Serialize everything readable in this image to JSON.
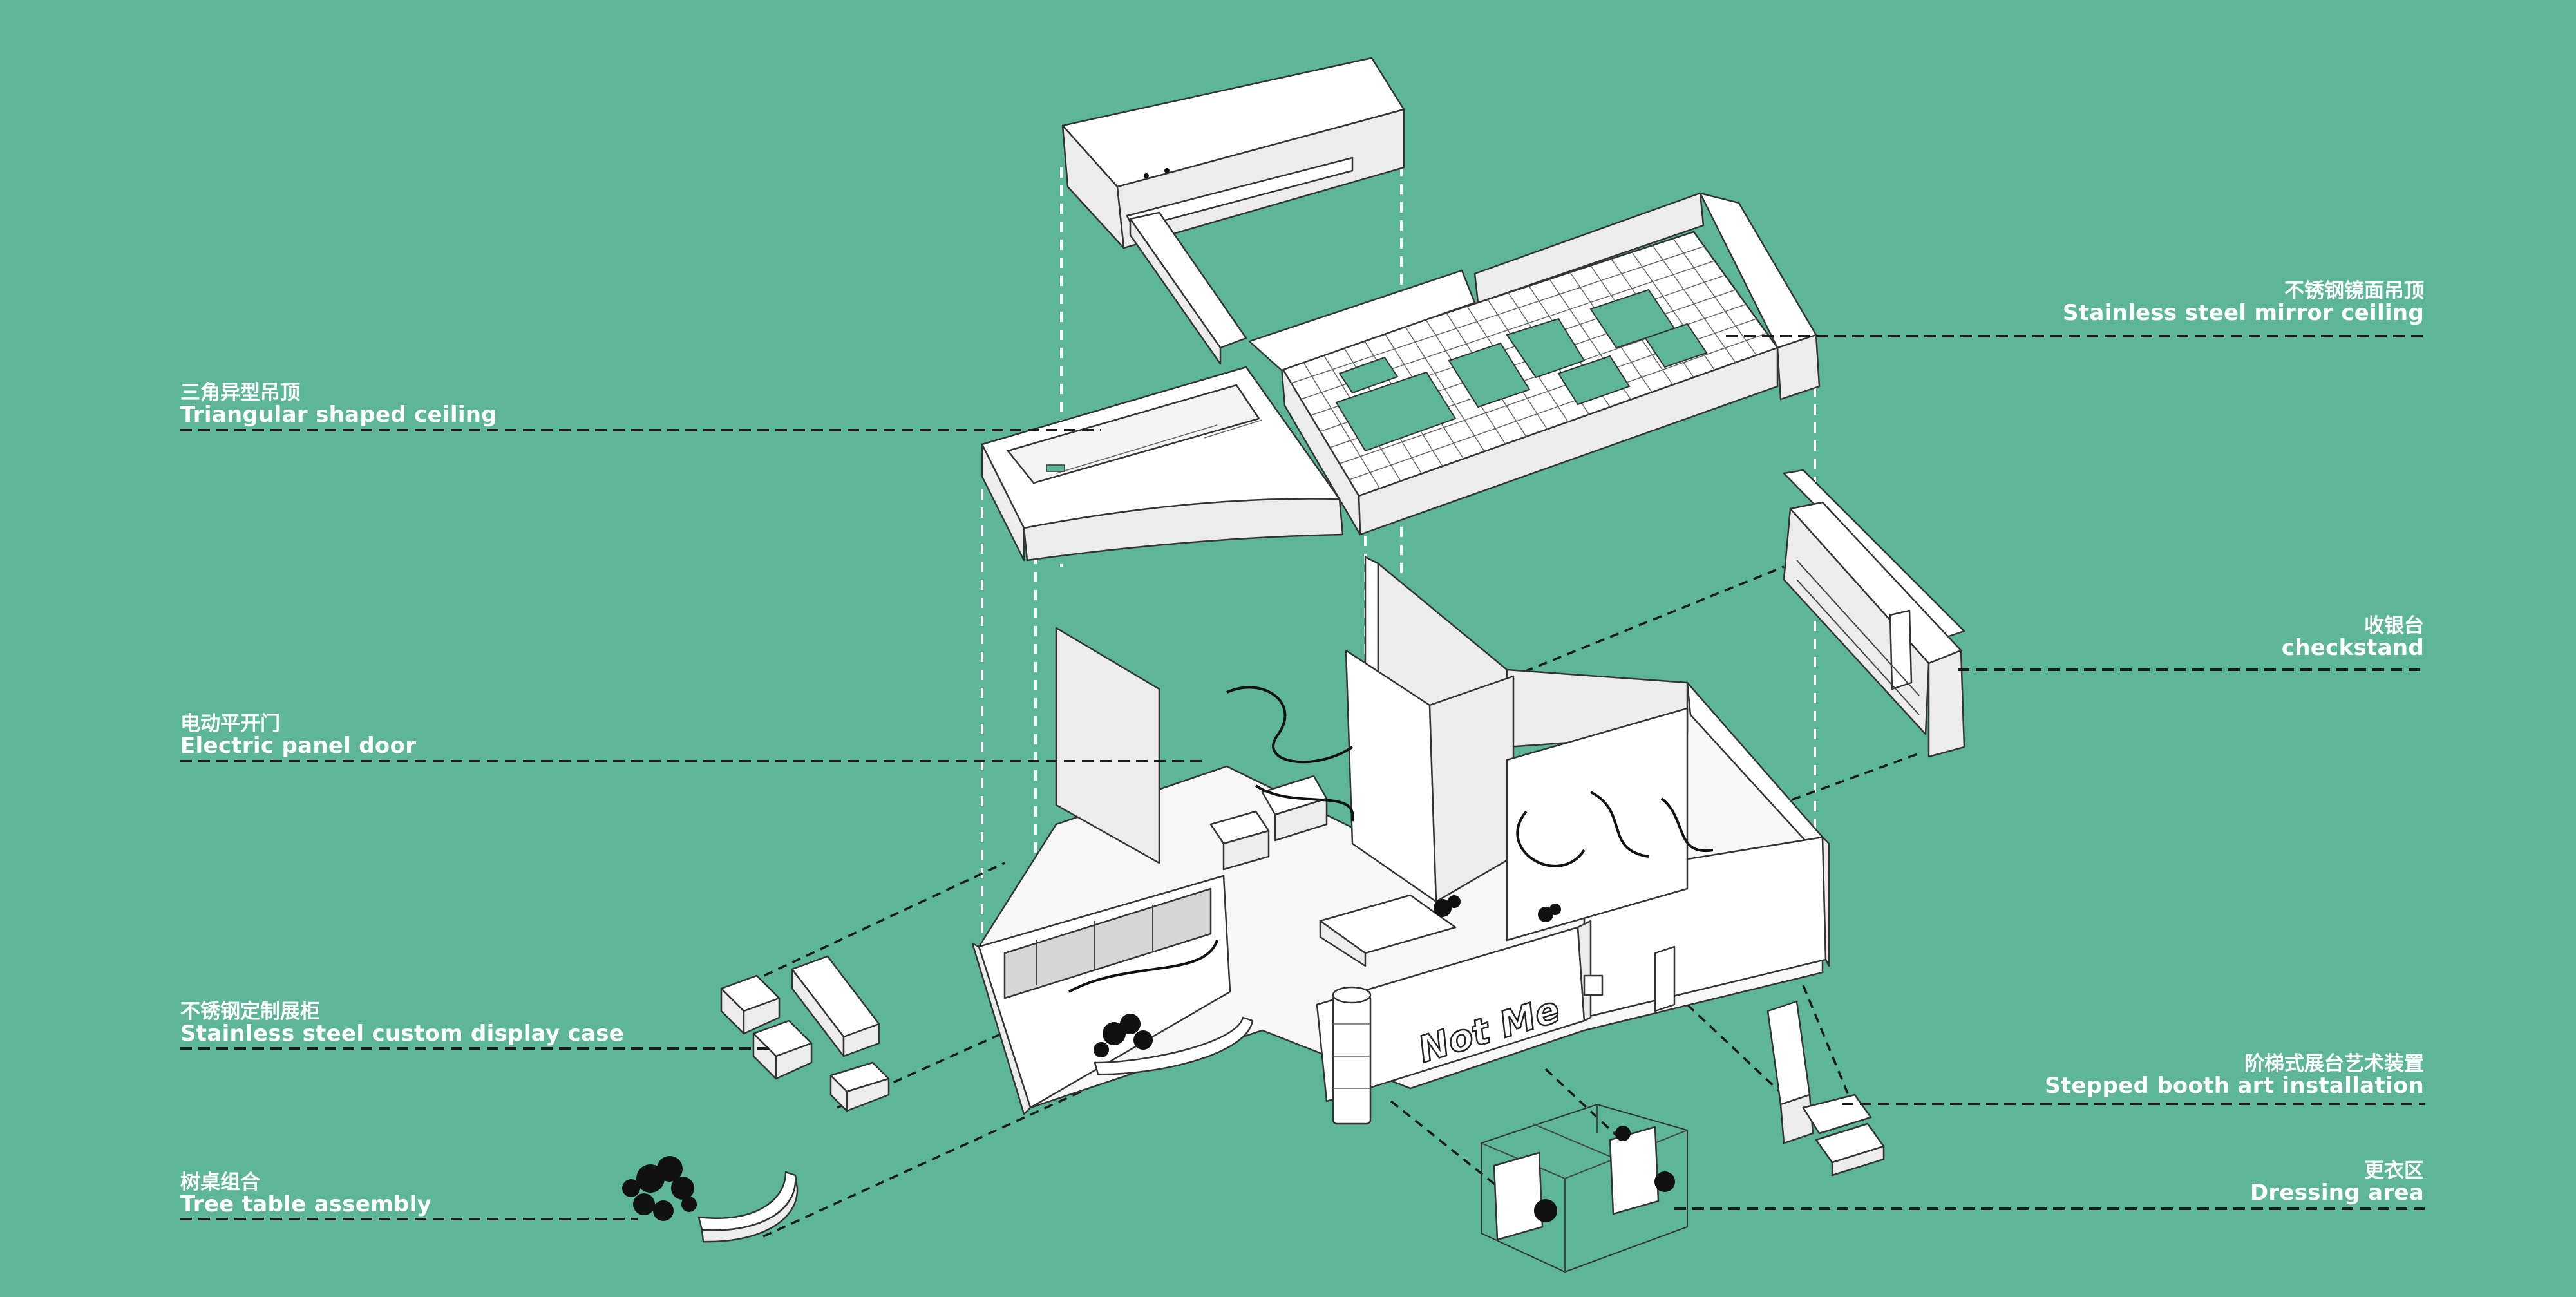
{
  "labels": {
    "mirror_ceiling": {
      "zh": "不锈钢镜面吊顶",
      "en": "Stainless steel mirror ceiling"
    },
    "triangular_ceiling": {
      "zh": "三角异型吊顶",
      "en": "Triangular shaped ceiling"
    },
    "checkstand": {
      "zh": "收银台",
      "en": "checkstand"
    },
    "electric_door": {
      "zh": "电动平开门",
      "en": "Electric panel door"
    },
    "display_case": {
      "zh": "不锈钢定制展柜",
      "en": "Stainless steel custom display case"
    },
    "stepped_booth": {
      "zh": "阶梯式展台艺术装置",
      "en": "Stepped booth art installation"
    },
    "tree_table": {
      "zh": "树桌组合",
      "en": "Tree table assembly"
    },
    "dressing_area": {
      "zh": "更衣区",
      "en": "Dressing area"
    }
  },
  "signage": {
    "storefront": "Not Me"
  },
  "colors": {
    "background": "#5db698",
    "label_text": "#ffffff",
    "leader_line": "#1a1a1a"
  }
}
